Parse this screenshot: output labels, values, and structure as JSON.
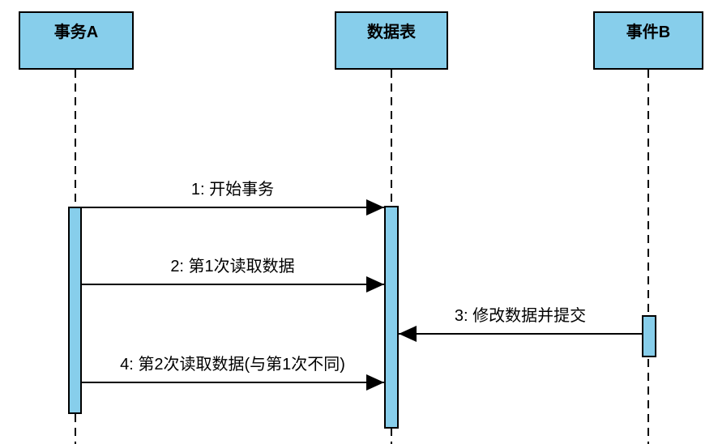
{
  "diagram": {
    "type": "uml-sequence-diagram",
    "actors": [
      {
        "id": "transaction-a",
        "label": "事务A"
      },
      {
        "id": "data-table",
        "label": "数据表"
      },
      {
        "id": "event-b",
        "label": "事件B"
      }
    ],
    "messages": [
      {
        "seq": 1,
        "from": "transaction-a",
        "to": "data-table",
        "label": "1: 开始事务"
      },
      {
        "seq": 2,
        "from": "transaction-a",
        "to": "data-table",
        "label": "2: 第1次读取数据"
      },
      {
        "seq": 3,
        "from": "event-b",
        "to": "data-table",
        "label": "3: 修改数据并提交"
      },
      {
        "seq": 4,
        "from": "transaction-a",
        "to": "data-table",
        "label": "4: 第2次读取数据(与第1次不同)"
      }
    ],
    "colors": {
      "node_fill": "#87CEEB",
      "line": "#000000",
      "background": "#FFFFFF"
    }
  }
}
